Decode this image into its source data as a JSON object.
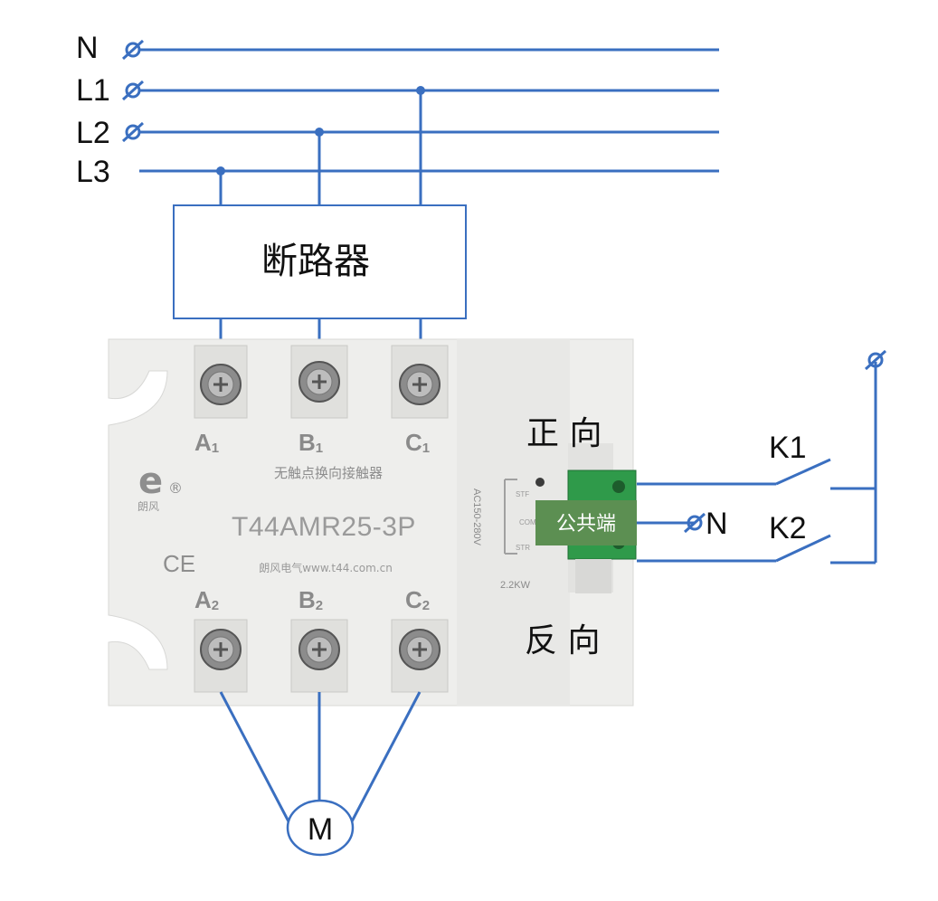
{
  "buses": [
    "N",
    "L1",
    "L2",
    "L3"
  ],
  "breaker_label": "断路器",
  "device": {
    "terminals_top": [
      {
        "letter": "A",
        "sub": "1"
      },
      {
        "letter": "B",
        "sub": "1"
      },
      {
        "letter": "C",
        "sub": "1"
      }
    ],
    "terminals_bottom": [
      {
        "letter": "A",
        "sub": "2"
      },
      {
        "letter": "B",
        "sub": "2"
      },
      {
        "letter": "C",
        "sub": "2"
      }
    ],
    "brand_text": "朗风",
    "product_name": "无触点换向接触器",
    "model": "T44AMR25-3P",
    "ce_mark": "CE",
    "website": "朗风电气www.t44.com.cn",
    "voltage": "AC150-280V",
    "power": "2.2KW",
    "control_pins": [
      "STF",
      "COM",
      "STR"
    ]
  },
  "labels": {
    "forward": "正 向",
    "reverse": "反 向",
    "common": "公共端",
    "neutral": "N",
    "k1": "K1",
    "k2": "K2",
    "motor": "M"
  },
  "colors": {
    "wire": "#3a6fc0",
    "connector": "#2f9a4a",
    "common_bg": "#5c8f52",
    "device_body": "#eeeeec"
  }
}
